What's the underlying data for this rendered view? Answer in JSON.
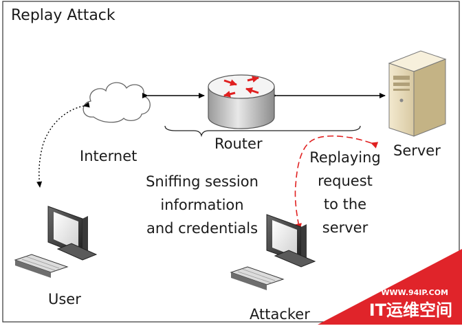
{
  "title": "Replay Attack",
  "labels": {
    "internet": "Internet",
    "router": "Router",
    "server": "Server",
    "user": "User",
    "attacker": "Attacker",
    "sniffing": [
      "Sniffing session",
      "information",
      "and credentials"
    ],
    "replaying": [
      "Replaying",
      "request",
      "to the",
      "server"
    ]
  },
  "watermark": {
    "url": "WWW.94IP.COM",
    "brand": "IT运维空间"
  },
  "colors": {
    "arrow": "#000000",
    "attack_arrow": "#e02020",
    "router_arrows": "#e02020",
    "watermark": "#e0242a"
  }
}
